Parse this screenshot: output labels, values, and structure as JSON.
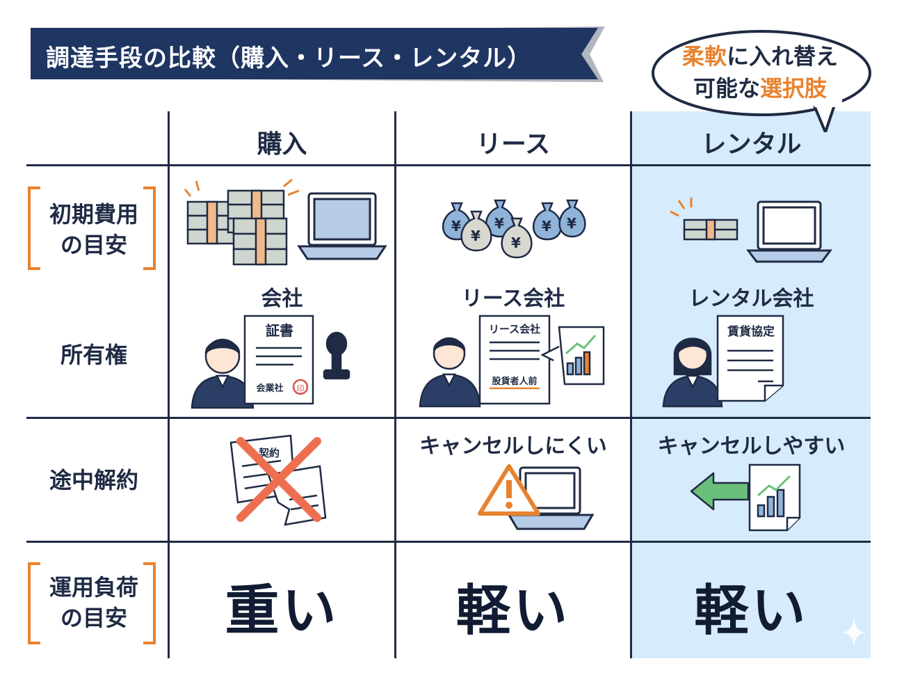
{
  "title": "調達手段の比較（購入・リース・レンタル）",
  "bubble": {
    "accent_1": "柔軟",
    "text_1": "に入れ替え",
    "text_2": "可能な",
    "accent_2": "選択肢"
  },
  "columns": [
    "購入",
    "リース",
    "レンタル"
  ],
  "rows": {
    "initial_cost": "初期費用\nの目安",
    "ownership": "所有権",
    "cancellation": "途中解約",
    "operation": "運用負荷\nの目安"
  },
  "ownership": {
    "purchase": "会社",
    "lease": "リース会社",
    "rental": "レンタル会社"
  },
  "documents": {
    "purchase_title": "証書",
    "purchase_footer": "会業社",
    "purchase_seal": "印",
    "lease_title": "リース会社",
    "lease_footer": "股貨者人前",
    "rental_title": "賃貨協定",
    "contract_title": "契約"
  },
  "cancellation": {
    "lease": "キャンセルしにくい",
    "rental": "キャンセルしやすい"
  },
  "operation": {
    "purchase": "重い",
    "lease": "軽い",
    "rental": "軽い"
  },
  "colors": {
    "navy": "#1f2a44",
    "orange": "#e8822f",
    "rental_bg": "#d6ebfb",
    "bag_blue": "#8fb3d9",
    "green": "#6abf7b"
  },
  "icons": [
    "money-stack-icon",
    "laptop-icon",
    "yen-bag-icon",
    "person-icon",
    "certificate-icon",
    "stamp-icon",
    "chart-doc-icon",
    "warning-icon",
    "cross-icon",
    "arrow-left-icon"
  ]
}
